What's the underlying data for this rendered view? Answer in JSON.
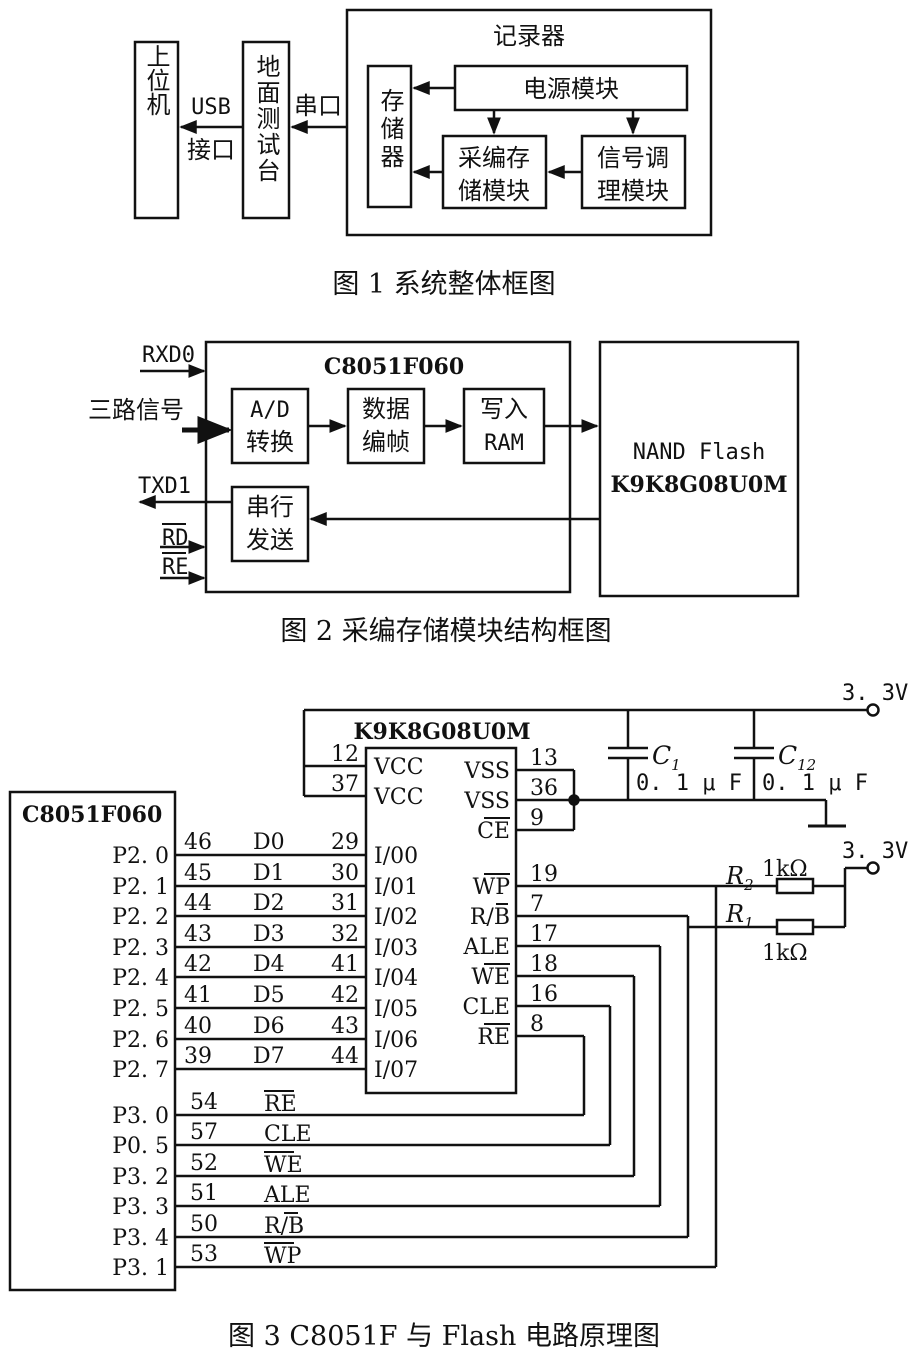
{
  "fig1": {
    "caption": "图 1  系统整体框图",
    "pc": "上位机",
    "usb_label": "USB",
    "usb_iface": "接口",
    "ground_station": "地面测试台",
    "serial_port": "串口",
    "recorder": "记录器",
    "storage": "存储器",
    "power_module": "电源模块",
    "acq_module_line1": "采编存",
    "acq_module_line2": "储模块",
    "sig_module_line1": "信号调",
    "sig_module_line2": "理模块"
  },
  "fig2": {
    "caption": "图 2  采编存储模块结构框图",
    "rxd0": "RXD0",
    "three_signals": "三路信号",
    "txd1": "TXD1",
    "rd": "RD",
    "re": "RE",
    "mcu": "C8051F060",
    "ad_line1": "A/D",
    "ad_line2": "转换",
    "frame_line1": "数据",
    "frame_line2": "编帧",
    "ram_line1": "写入",
    "ram_line2": "RAM",
    "serial_line1": "串行",
    "serial_line2": "发送",
    "nand_line1": "NAND Flash",
    "nand_line2": "K9K8G08U0M"
  },
  "fig3": {
    "caption": "图 3  C8051F 与 Flash 电路原理图",
    "mcu": "C8051F060",
    "flash": "K9K8G08U0M",
    "vcc_top": "3. 3V",
    "vcc_right": "3. 3V",
    "c1_letter": "C",
    "c1_sub": "1",
    "c1_value": "0. 1 μ F",
    "c12_letter": "C",
    "c12_sub": "12",
    "c12_value": "0. 1 μ F",
    "r2_letter": "R",
    "r2_sub": "2",
    "r2_value": "1kΩ",
    "r1_letter": "R",
    "r1_sub": "1",
    "r1_value": "1kΩ",
    "data_bus": [
      {
        "port": "P2. 0",
        "mcu_pin": "46",
        "sig": "D0",
        "flash_pin": "29",
        "io": "I/00"
      },
      {
        "port": "P2. 1",
        "mcu_pin": "45",
        "sig": "D1",
        "flash_pin": "30",
        "io": "I/01"
      },
      {
        "port": "P2. 2",
        "mcu_pin": "44",
        "sig": "D2",
        "flash_pin": "31",
        "io": "I/02"
      },
      {
        "port": "P2. 3",
        "mcu_pin": "43",
        "sig": "D3",
        "flash_pin": "32",
        "io": "I/03"
      },
      {
        "port": "P2. 4",
        "mcu_pin": "42",
        "sig": "D4",
        "flash_pin": "41",
        "io": "I/04"
      },
      {
        "port": "P2. 5",
        "mcu_pin": "41",
        "sig": "D5",
        "flash_pin": "42",
        "io": "I/05"
      },
      {
        "port": "P2. 6",
        "mcu_pin": "40",
        "sig": "D6",
        "flash_pin": "43",
        "io": "I/06"
      },
      {
        "port": "P2. 7",
        "mcu_pin": "39",
        "sig": "D7",
        "flash_pin": "44",
        "io": "I/07"
      }
    ],
    "control": [
      {
        "port": "P3. 0",
        "mcu_pin": "54",
        "sig": "RE"
      },
      {
        "port": "P0. 5",
        "mcu_pin": "57",
        "sig": "CLE"
      },
      {
        "port": "P3. 2",
        "mcu_pin": "52",
        "sig": "WE"
      },
      {
        "port": "P3. 3",
        "mcu_pin": "51",
        "sig": "ALE"
      },
      {
        "port": "P3. 4",
        "mcu_pin": "50",
        "sig": "R/B"
      },
      {
        "port": "P3. 1",
        "mcu_pin": "53",
        "sig": "WP"
      }
    ],
    "flash_left_pins": [
      {
        "num": "12",
        "name": "VCC"
      },
      {
        "num": "37",
        "name": "VCC"
      }
    ],
    "flash_right_pins": [
      {
        "name": "VSS",
        "num": "13"
      },
      {
        "name": "VSS",
        "num": "36"
      },
      {
        "name": "CE",
        "num": "9"
      },
      {
        "name": "WP",
        "num": "19"
      },
      {
        "name": "R/B",
        "num": "7"
      },
      {
        "name": "ALE",
        "num": "17"
      },
      {
        "name": "WE",
        "num": "18"
      },
      {
        "name": "CLE",
        "num": "16"
      },
      {
        "name": "RE",
        "num": "8"
      }
    ]
  }
}
